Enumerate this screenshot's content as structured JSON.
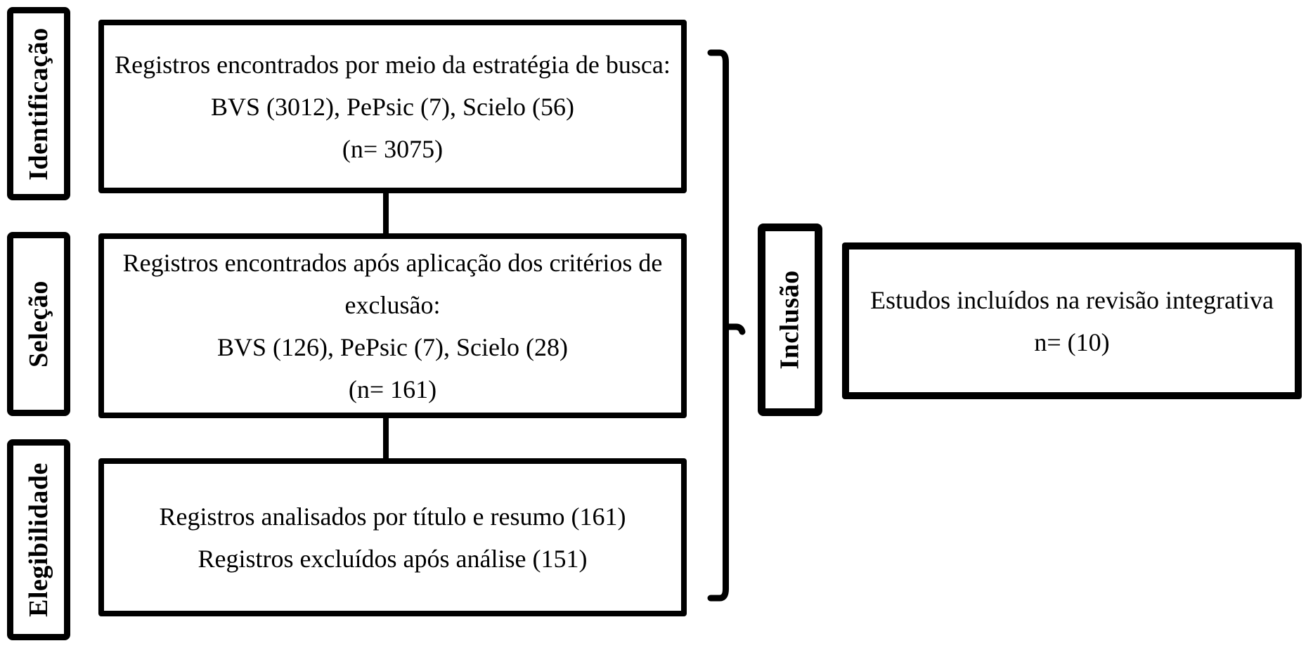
{
  "diagram": {
    "stages": [
      {
        "label": "Identificação"
      },
      {
        "label": "Seleção"
      },
      {
        "label": "Elegibilidade"
      },
      {
        "label": "Inclusão"
      }
    ],
    "boxes": {
      "identification": {
        "lines": [
          "Registros encontrados por meio da estratégia de busca:",
          "BVS (3012), PePsic (7), Scielo (56)",
          "(n= 3075)"
        ]
      },
      "selection": {
        "lines": [
          "Registros encontrados após aplicação dos critérios de",
          "exclusão:",
          "BVS (126), PePsic (7), Scielo (28)",
          "(n= 161)"
        ]
      },
      "eligibility": {
        "lines": [
          "Registros analisados por título e resumo (161)",
          "Registros excluídos após análise (151)"
        ]
      },
      "inclusion": {
        "lines": [
          "Estudos incluídos na revisão integrativa",
          "n= (10)"
        ]
      }
    },
    "colors": {
      "ink": "#000000",
      "background": "#ffffff"
    }
  }
}
